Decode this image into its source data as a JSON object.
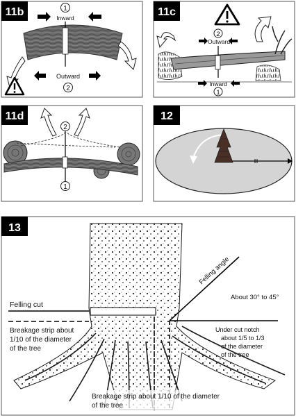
{
  "panels": {
    "p11b": {
      "tag": "11b",
      "inward_num": "1",
      "inward_label": "Inward",
      "outward_label": "Outward",
      "outward_num": "2",
      "warning_icon": "warning-triangle-icon"
    },
    "p11c": {
      "tag": "11c",
      "outward_num": "2",
      "outward_label": "Outward",
      "inward_label": "Inward",
      "inward_num": "1",
      "warning_icon": "warning-triangle-icon"
    },
    "p11d": {
      "tag": "11d",
      "top_num": "2",
      "bottom_num": "1"
    },
    "p12": {
      "tag": "12"
    },
    "p13": {
      "tag": "13",
      "felling_angle": "Felling angle",
      "angle_range": "About 30° to 45°",
      "felling_cut": "Felling cut",
      "breakage_left_1": "Breakage strip about",
      "breakage_left_2": "1/10 of the diameter",
      "breakage_left_3": "of the tree",
      "notch_1": "Under cut notch",
      "notch_2": "about 1/5 to 1/3",
      "notch_3": "of the diameter",
      "notch_4": "of the tree",
      "breakage_bottom_1": "Breakage strip about 1/10 of the diameter",
      "breakage_bottom_2": "of the tree"
    }
  }
}
